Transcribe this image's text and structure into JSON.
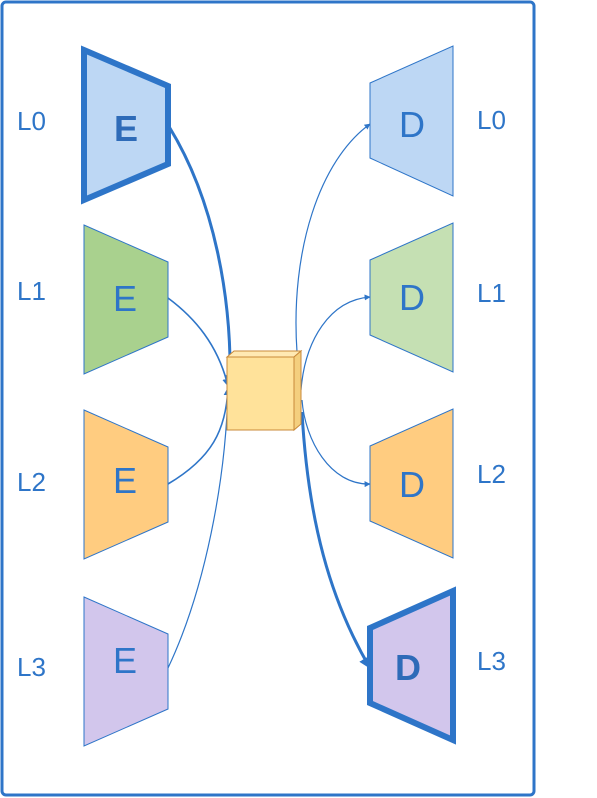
{
  "encoders": [
    {
      "label": "E",
      "level": "L0",
      "fill": "#bdd7f4",
      "emphasized": true
    },
    {
      "label": "E",
      "level": "L1",
      "fill": "#a9d18e",
      "emphasized": false
    },
    {
      "label": "E",
      "level": "L2",
      "fill": "#ffcc80",
      "emphasized": false
    },
    {
      "label": "E",
      "level": "L3",
      "fill": "#d2c6ec",
      "emphasized": false
    }
  ],
  "decoders": [
    {
      "label": "D",
      "level": "L0",
      "fill": "#bdd7f4",
      "emphasized": false
    },
    {
      "label": "D",
      "level": "L1",
      "fill": "#c5e0b3",
      "emphasized": false
    },
    {
      "label": "D",
      "level": "L2",
      "fill": "#ffcc80",
      "emphasized": false
    },
    {
      "label": "D",
      "level": "L3",
      "fill": "#d2c6ec",
      "emphasized": true
    }
  ],
  "colors": {
    "frame": "#2e75c8",
    "arrow": "#2e75c8",
    "latent_fill": "#ffe29a",
    "latent_edge": "#d4a24c"
  }
}
